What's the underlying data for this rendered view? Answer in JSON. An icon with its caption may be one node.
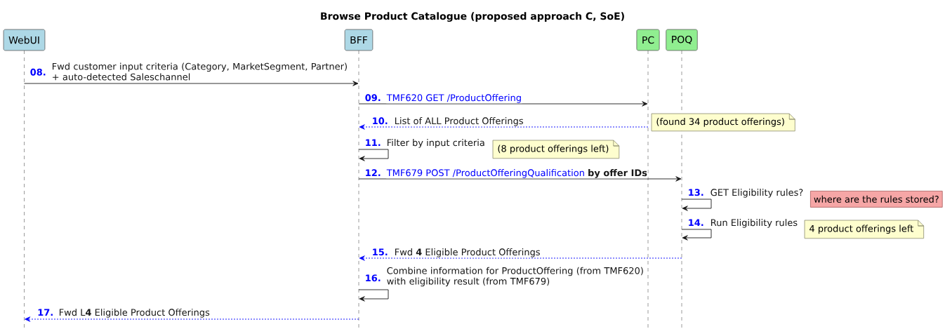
{
  "diagram": {
    "title": "Browse Product Catalogue (proposed approach C, SoE)",
    "nodes": [
      {
        "text": [
          "WebUI"
        ]
      },
      {
        "text": [
          "BFF"
        ]
      },
      {
        "text": [
          "PC"
        ]
      },
      {
        "text": [
          "POQ"
        ]
      },
      {
        "text": [
          "(found 34 product offerings)"
        ]
      },
      {
        "text": [
          "(8 product offerings left)"
        ]
      },
      {
        "text": [
          "where are the rules stored?"
        ]
      },
      {
        "text": [
          "4 product offerings left"
        ]
      }
    ],
    "edges": [
      {
        "from": 0,
        "to": 1,
        "arrow": "to",
        "label": "Fwd customer input criteria (Category, MarketSegment, Partner) + auto-detected Saleschannel"
      },
      {
        "from": 1,
        "to": 2,
        "arrow": "to",
        "label": "TMF620 GET /ProductOffering"
      },
      {
        "from": 2,
        "to": 1,
        "arrow": "to",
        "label": "List of ALL Product Offerings",
        "style": "dashed",
        "color": "#0000ff"
      },
      {
        "from": 1,
        "to": 1,
        "arrow": "to",
        "label": "Filter by input criteria"
      },
      {
        "from": 1,
        "to": 3,
        "arrow": "to",
        "label": "TMF679 POST /ProductOfferingQualification **by offer IDs**"
      },
      {
        "from": 3,
        "to": 3,
        "arrow": "to",
        "label": "GET Eligibility rules?"
      },
      {
        "from": 3,
        "to": 3,
        "arrow": "to",
        "label": "Run Eligibility rules"
      },
      {
        "from": 3,
        "to": 1,
        "arrow": "to",
        "label": "Fwd **4** Eligible Product Offerings",
        "style": "dashed",
        "color": "#0000ff"
      },
      {
        "from": 1,
        "to": 1,
        "arrow": "to",
        "label": "Combine information for ProductOffering (from TMF620) with eligibility result (from TMF679)"
      },
      {
        "from": 1,
        "to": 0,
        "arrow": "to",
        "label": "Fwd L**4** Eligible Product Offerings",
        "style": "dashed",
        "color": "#0000ff"
      }
    ],
    "labels": [
      "08.",
      "09.",
      "10.",
      "11.",
      "12.",
      "13.",
      "14.",
      "15.",
      "16.",
      "17."
    ]
  }
}
